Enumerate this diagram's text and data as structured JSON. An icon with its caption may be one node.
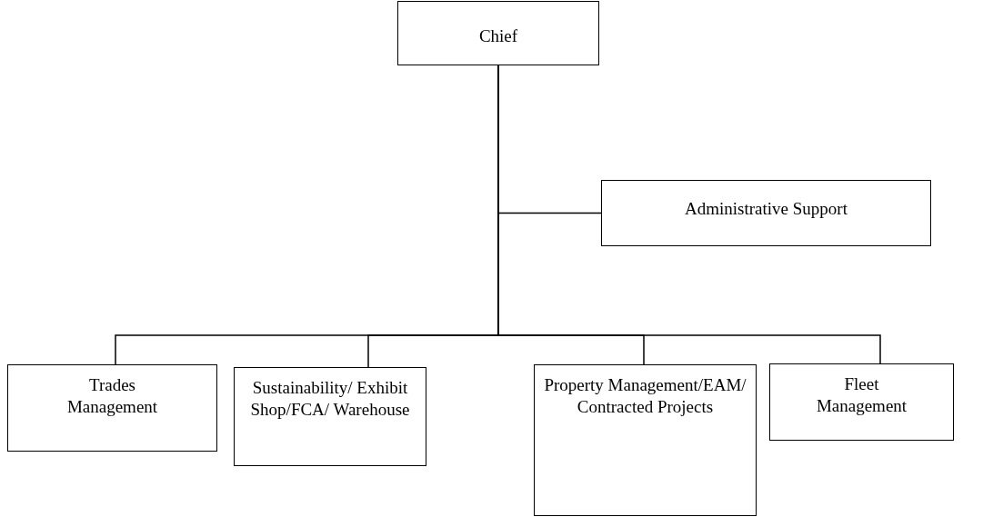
{
  "diagram": {
    "nodes": [
      {
        "text": [
          "Chief"
        ]
      },
      {
        "text": [
          "Administrative Support"
        ]
      },
      {
        "text": [
          "Trades Management"
        ]
      },
      {
        "text": [
          "Sustainability/ Exhibit Shop/FCA/ Warehouse"
        ]
      },
      {
        "text": [
          "Property Management/EAM/ Contracted Projects"
        ]
      },
      {
        "text": [
          "Fleet Management"
        ]
      }
    ],
    "edges": [
      {
        "from": 0,
        "to": 1,
        "arrow": "none"
      },
      {
        "from": 0,
        "to": 2,
        "arrow": "none"
      },
      {
        "from": 0,
        "to": 3,
        "arrow": "none"
      },
      {
        "from": 0,
        "to": 4,
        "arrow": "none"
      },
      {
        "from": 0,
        "to": 5,
        "arrow": "none"
      }
    ]
  }
}
